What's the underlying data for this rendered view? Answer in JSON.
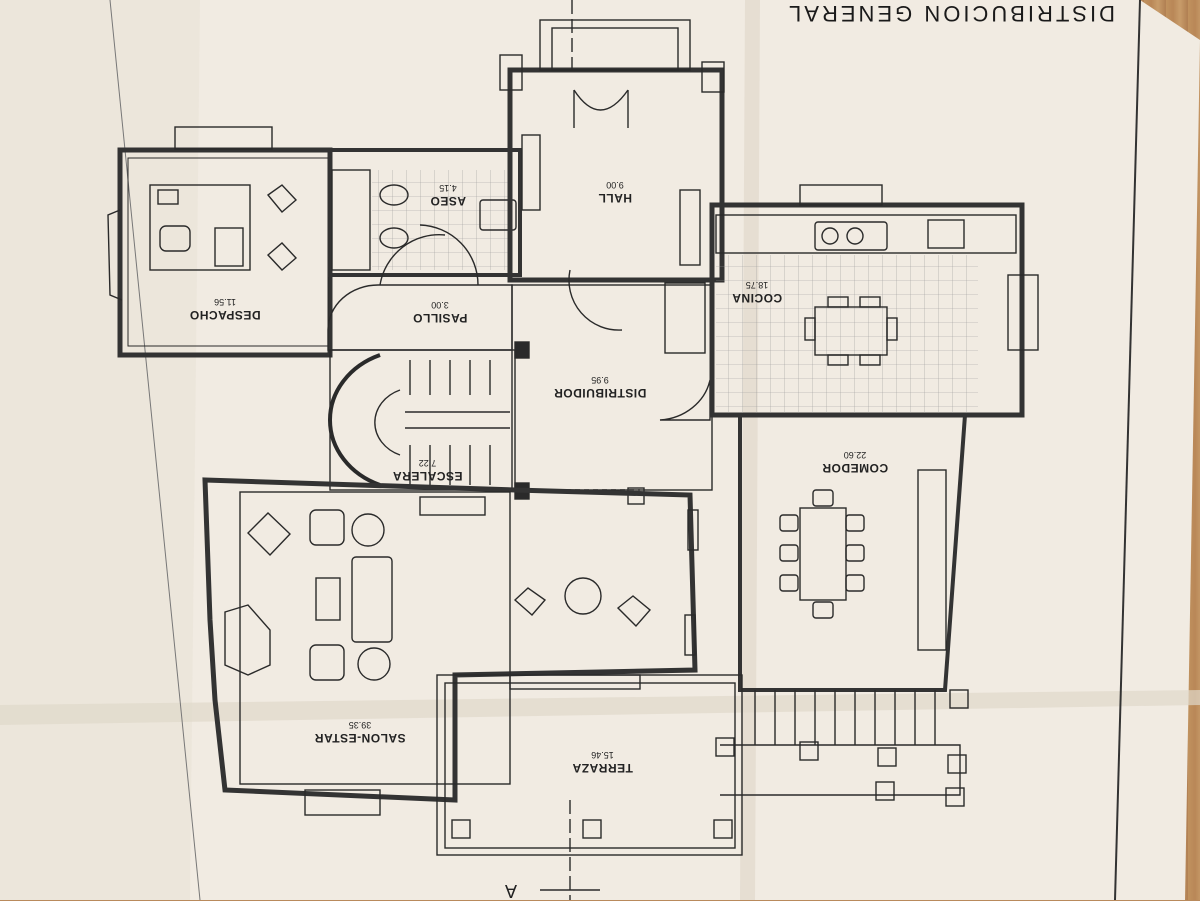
{
  "title": "DISTRIBUCION GENERAL",
  "section_marker": "A",
  "rooms": {
    "despacho": {
      "name": "DESPACHO",
      "area": "11.56"
    },
    "aseo": {
      "name": "ASEO",
      "area": "4.15"
    },
    "hall": {
      "name": "HALL",
      "area": "9.00"
    },
    "pasillo": {
      "name": "PASILLO",
      "area": "3.00"
    },
    "cocina": {
      "name": "COCINA",
      "area": "18.75"
    },
    "distribuidor": {
      "name": "DISTRIBUIDOR",
      "area": "9.95"
    },
    "escalera": {
      "name": "ESCALERA",
      "area": "7.22"
    },
    "comedor": {
      "name": "COMEDOR",
      "area": "22.60"
    },
    "salon": {
      "name": "SALON-ESTAR",
      "area": "39.35"
    },
    "terraza": {
      "name": "TERRAZA",
      "area": "15.46"
    }
  },
  "colors": {
    "paper": "#f2ece3",
    "paper_shadow": "#e3dbcf",
    "line": "#2a2a2a",
    "wall_fill": "#d8d2c8",
    "wood": "#bd8c5c"
  }
}
